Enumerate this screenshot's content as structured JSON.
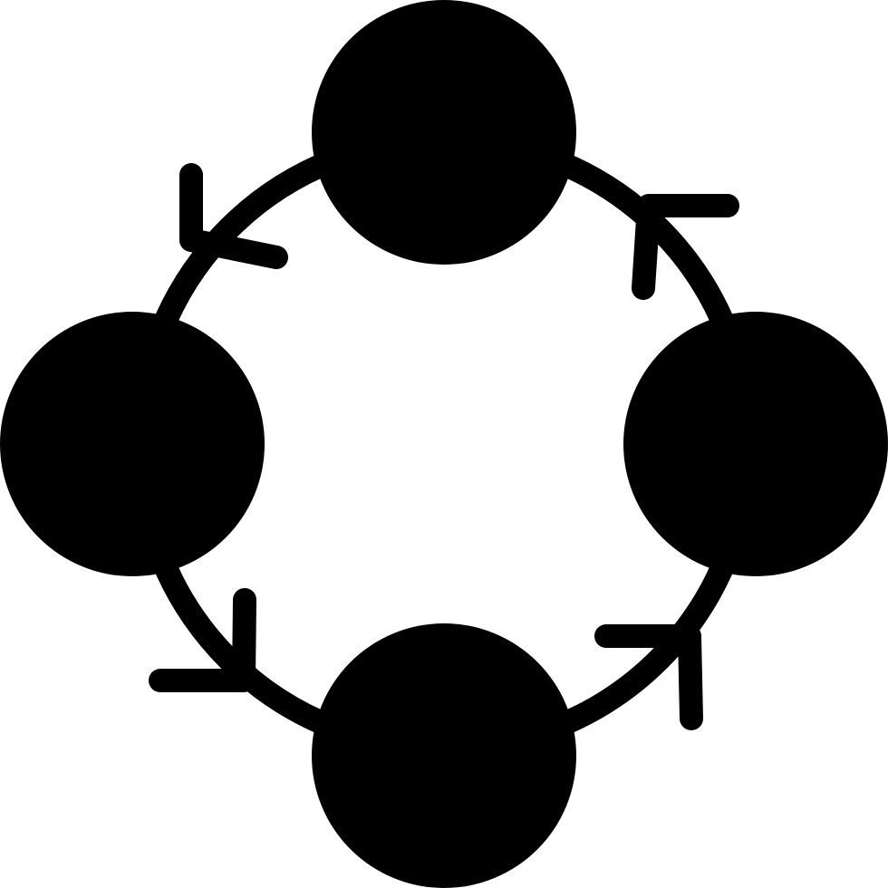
{
  "icon": {
    "name": "cycle-process-icon",
    "color": "#000000",
    "background": "#ffffff",
    "node_count": 4,
    "arrow_count": 4,
    "flow_direction": "counter-clockwise"
  }
}
